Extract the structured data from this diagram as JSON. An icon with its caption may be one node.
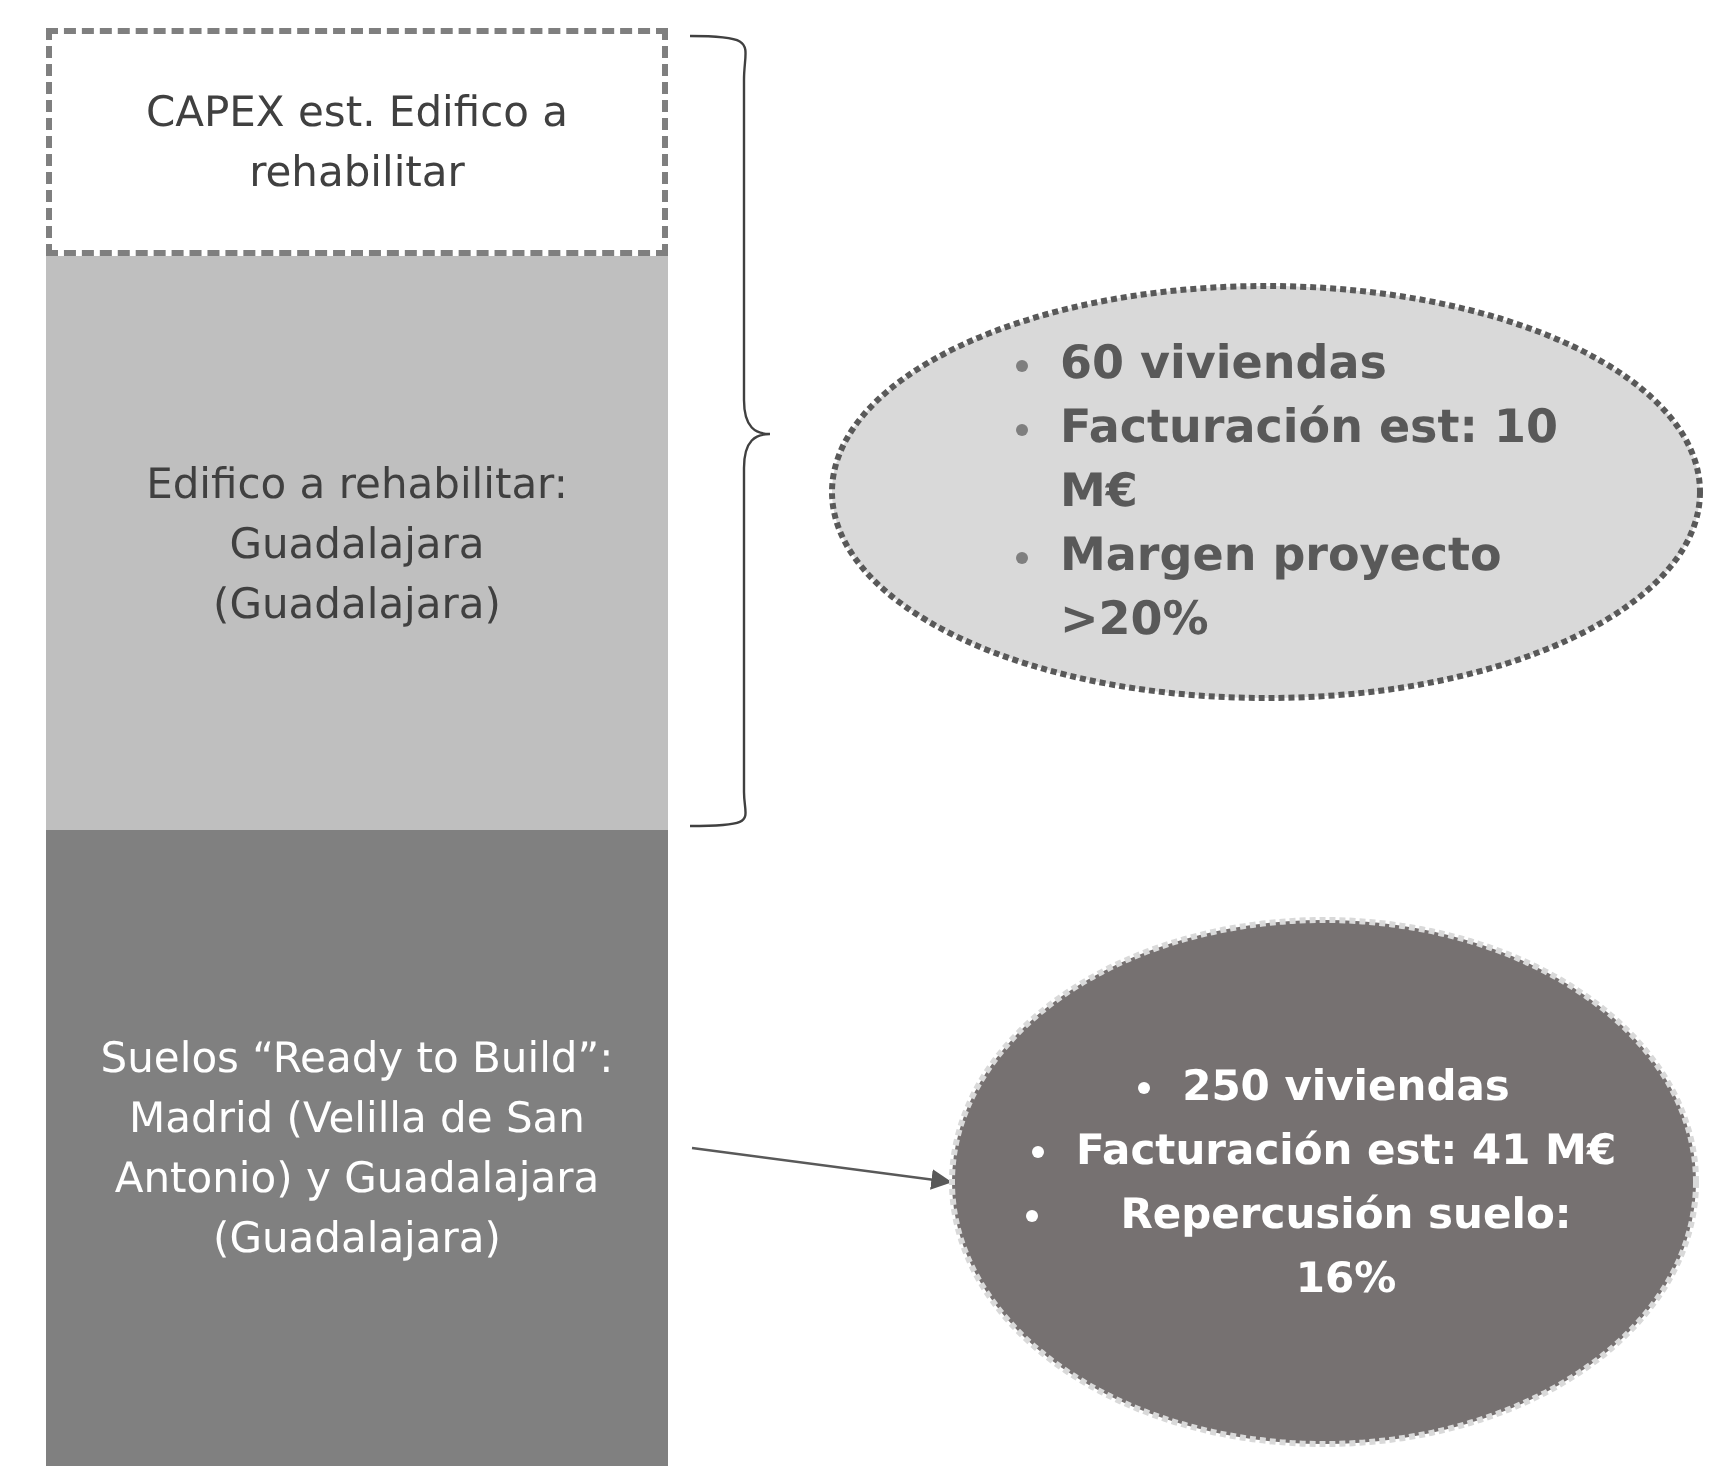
{
  "diagram": {
    "nodes": [
      {
        "text": [
          "CAPEX est. Edifico a rehabilitar"
        ]
      },
      {
        "text": [
          "Edifico a rehabilitar: Guadalajara (Guadalajara)"
        ]
      },
      {
        "text": [
          "Suelos “Ready to Build”: Madrid (Velilla de San Antonio) y Guadalajara (Guadalajara)"
        ]
      },
      {
        "text": [
          "60 viviendas",
          "Facturación est: 10 M€",
          "Margen proyecto >20%"
        ]
      },
      {
        "text": [
          "250 viviendas",
          "Facturación est: 41 M€",
          "Repercusión suelo: 16%"
        ]
      }
    ],
    "edges": [
      {
        "from": 2,
        "to": 4,
        "arrow": "to"
      }
    ]
  }
}
